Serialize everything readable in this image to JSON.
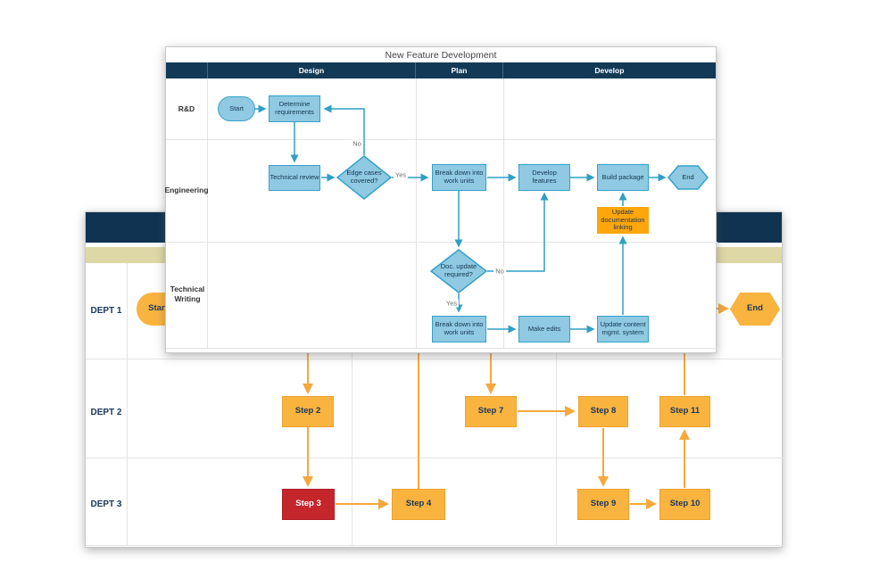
{
  "colors": {
    "navy_header": "#123A56",
    "tan_stripe": "#DED7A6",
    "blue_fill": "#8FC9E2",
    "blue_border": "#35A2C9",
    "blue_connector": "#2F9FC6",
    "orange_fill": "#F9B33F",
    "orange_connector": "#F6A83D",
    "orange_highlight": "#FFA60A",
    "red_fill": "#C5262C",
    "text_navy": "#17375E"
  },
  "foreground": {
    "title": "New Feature Development",
    "columns": [
      "Design",
      "Plan",
      "Develop"
    ],
    "lanes": [
      "R&D",
      "Engineering",
      "Technical Writing"
    ],
    "nodes": {
      "start": "Start",
      "determine": "Determine requirements",
      "technical_review": "Technical review",
      "edge_cases": "Edge cases covered?",
      "breakdown_eng": "Break down into work units",
      "develop_features": "Develop features",
      "build_package": "Build package",
      "end": "End",
      "update_doc_linking": "Update documentation linking",
      "doc_update": "Doc. update required?",
      "breakdown_tw": "Break down into work units",
      "make_edits": "Make edits",
      "update_content": "Update content mgmt. system"
    },
    "branch_labels": {
      "edge_cases_no": "No",
      "edge_cases_yes": "Yes",
      "doc_update_no": "No",
      "doc_update_yes": "Yes"
    }
  },
  "background": {
    "lanes": [
      "DEPT 1",
      "DEPT 2",
      "DEPT 3"
    ],
    "nodes": {
      "start": "Start",
      "step2": "Step 2",
      "step3": "Step 3",
      "step4": "Step 4",
      "step7": "Step 7",
      "step8": "Step 8",
      "step9": "Step 9",
      "step10": "Step 10",
      "step11": "Step 11",
      "end": "End"
    }
  }
}
